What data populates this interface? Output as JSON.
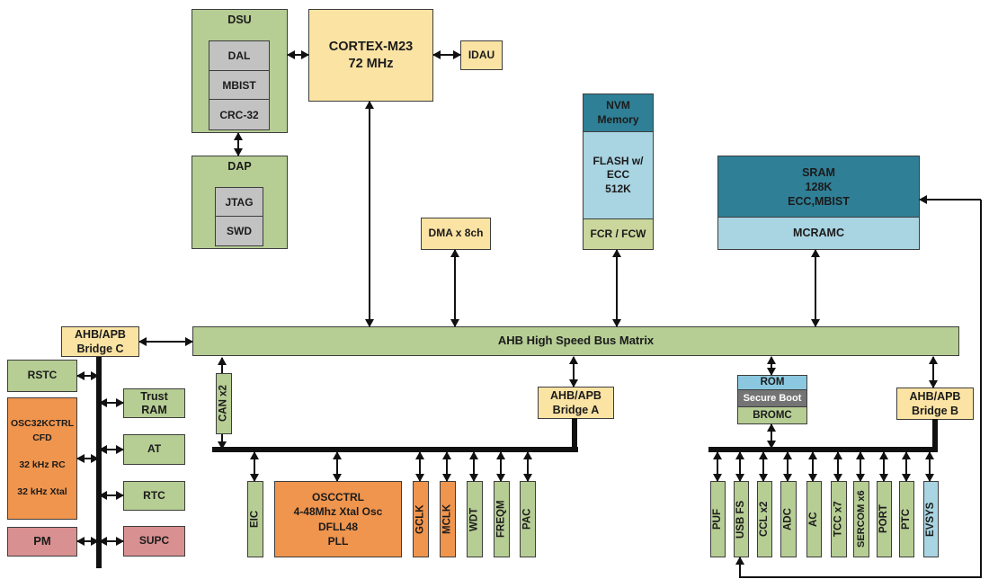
{
  "palette": {
    "green": "#b6cd94",
    "yellow": "#fbe3a3",
    "orange": "#f0954e",
    "pink": "#d99090",
    "teal": "#2f7f96",
    "light_blue": "#a9d4e2",
    "rom_blue": "#8bc8df",
    "pale_green": "#c9d79c",
    "gray": "#c2c2c2",
    "secure_boot_gray": "#747474",
    "line_black": "#111111",
    "border": "#3d3d3d"
  },
  "blocks": {
    "dsu": {
      "title": "DSU",
      "items": [
        "DAL",
        "MBIST",
        "CRC-32"
      ]
    },
    "dap": {
      "title": "DAP",
      "items": [
        "JTAG",
        "SWD"
      ]
    },
    "cortex": {
      "label": "CORTEX-M23\n72 MHz"
    },
    "idau": {
      "label": "IDAU"
    },
    "dma": {
      "label": "DMA x 8ch"
    },
    "nvm": {
      "header": "NVM\nMemory",
      "flash": "FLASH w/\nECC\n512K",
      "fcw": "FCR / FCW"
    },
    "sram": {
      "header": "SRAM\n128K\nECC,MBIST",
      "mcramc": "MCRAMC"
    },
    "bus_matrix": {
      "label": "AHB High Speed Bus Matrix"
    },
    "bridges": {
      "a": "AHB/APB\nBridge A",
      "b": "AHB/APB\nBridge B",
      "c": "AHB/APB\nBridge C"
    },
    "left_column": {
      "rstc": "RSTC",
      "osc32kctrl": "OSC32KCTRL\nCFD\n\n32 kHz RC\n\n32 kHz Xtal",
      "pm": "PM",
      "trust_ram": "Trust\nRAM",
      "at": "AT",
      "rtc": "RTC",
      "supc": "SUPC"
    },
    "can": {
      "label": "CAN x2"
    },
    "boot": {
      "rom": "ROM",
      "secure_boot": "Secure Boot",
      "bromc": "BROMC"
    },
    "bridge_a_peripherals": [
      "EIC",
      "OSCCTRL\n4-48Mhz Xtal Osc\nDFLL48\nPLL",
      "GCLK",
      "MCLK",
      "WDT",
      "FREQM",
      "PAC"
    ],
    "bridge_b_peripherals": [
      "PUF",
      "USB FS",
      "CCL x2",
      "ADC",
      "AC",
      "TCC x7",
      "SERCOM x6",
      "PORT",
      "PTC",
      "EVSYS"
    ]
  }
}
